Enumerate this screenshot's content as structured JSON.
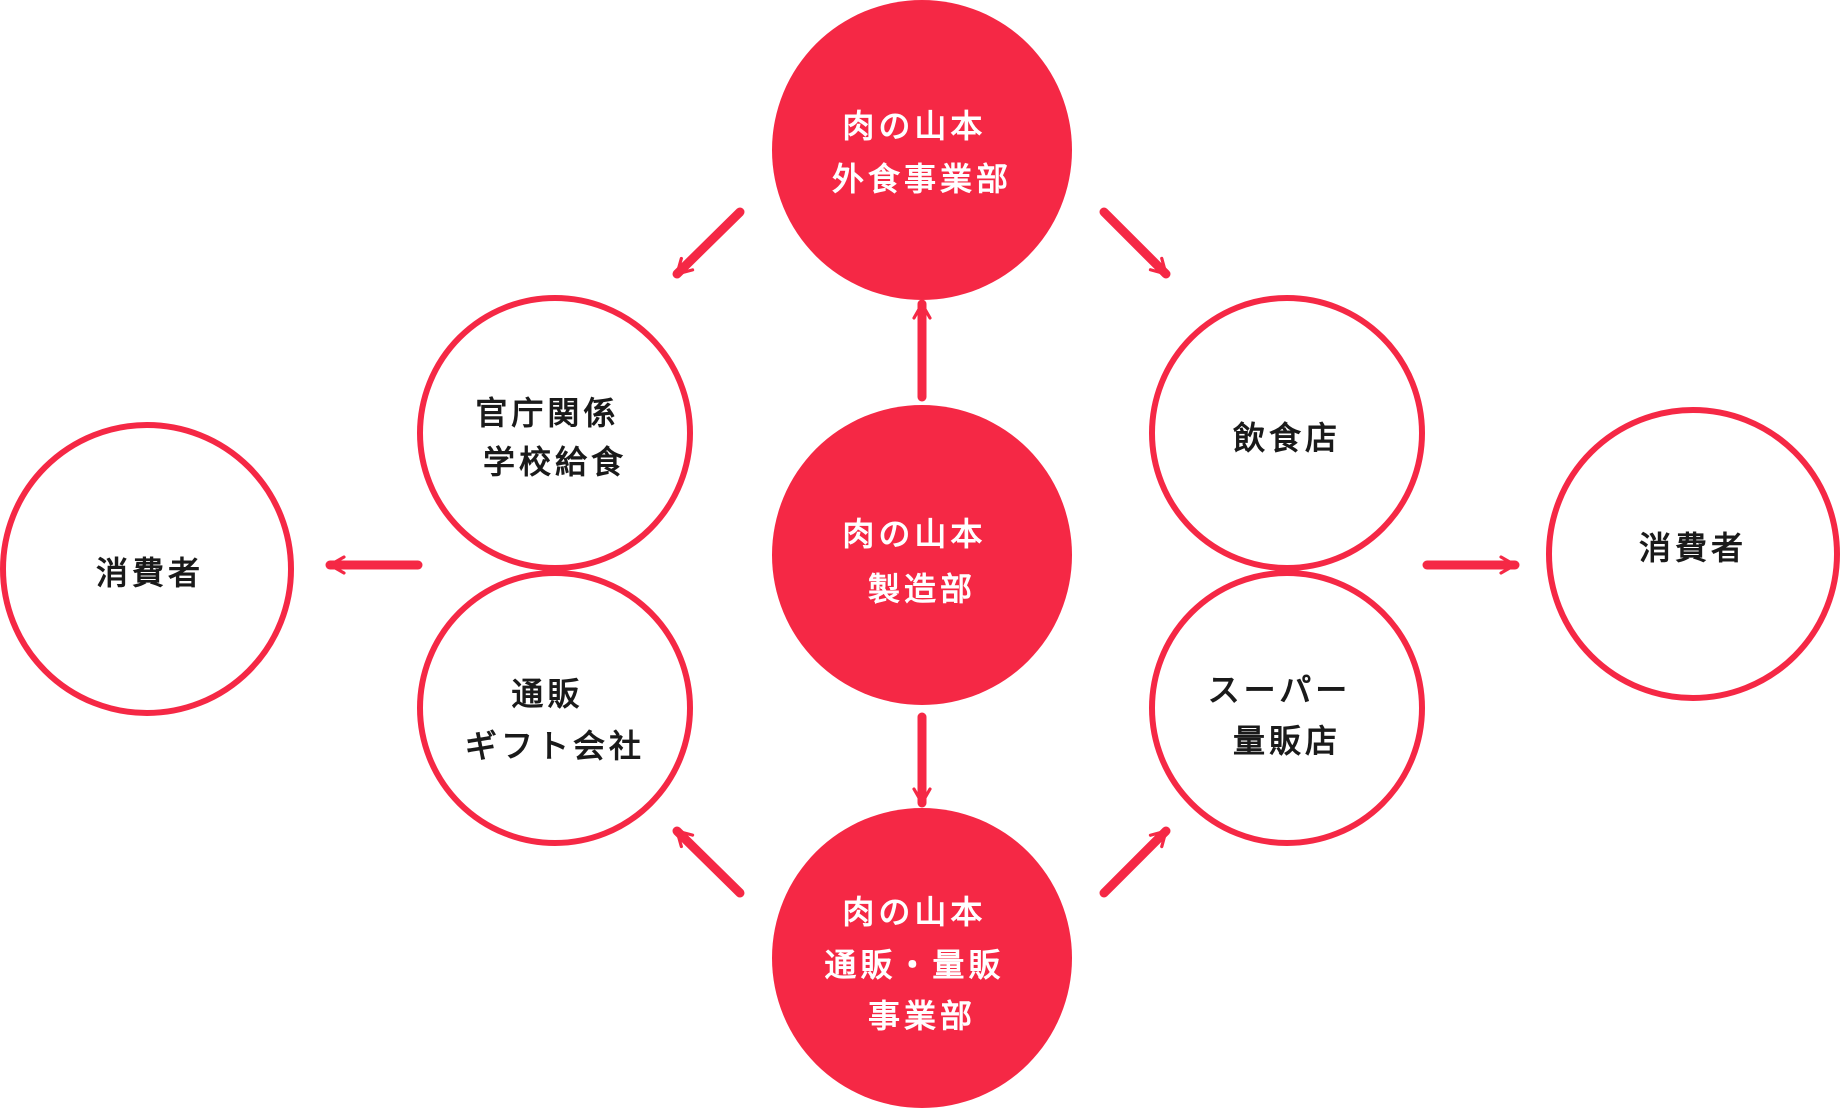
{
  "colors": {
    "accent": "#f52845",
    "on_accent": "#ffffff",
    "text": "#1a1a1a",
    "background": "#ffffff"
  },
  "nodes": {
    "manufacturing": {
      "lines": [
        "肉の山本",
        "製造部"
      ]
    },
    "food_service_division": {
      "lines": [
        "肉の山本",
        "外食事業部"
      ]
    },
    "mail_order_division": {
      "lines": [
        "肉の山本",
        "通販・量販",
        "事業部"
      ]
    },
    "government_school": {
      "lines": [
        "官庁関係",
        "学校給食"
      ]
    },
    "mail_order_gift": {
      "lines": [
        "通販",
        "ギフト会社"
      ]
    },
    "restaurants": {
      "lines": [
        "飲食店"
      ]
    },
    "supermarkets": {
      "lines": [
        "スーパー",
        "量販店"
      ]
    },
    "consumer_left": {
      "lines": [
        "消費者"
      ]
    },
    "consumer_right": {
      "lines": [
        "消費者"
      ]
    }
  }
}
